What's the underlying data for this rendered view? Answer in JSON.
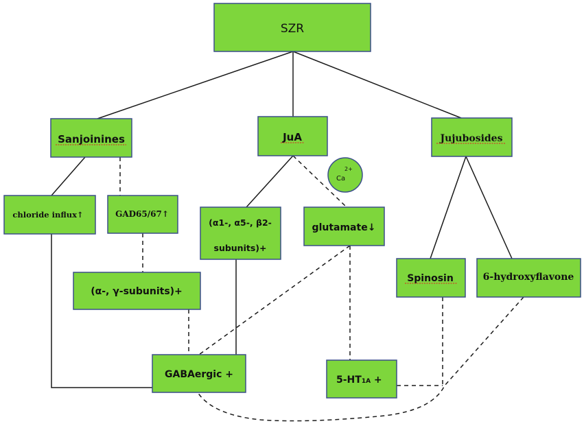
{
  "title": "SZR",
  "level1": {
    "sanjoinines": "Sanjoinines",
    "jua": "JuA",
    "jujubosides": "Jujubosides"
  },
  "level2": {
    "chloride_influx": "chloride influx↑",
    "gad": "GAD65/67↑",
    "alpha1_line1": "(α1-, α5-, β2-",
    "alpha1_line2": "subunits)+",
    "glutamate": "glutamate↓",
    "calcium": "Ca",
    "calcium_charge": "2+"
  },
  "level3": {
    "alpha_gamma": "(α-, γ-subunits)+",
    "spinosin": "Spinosin",
    "hydroxyflavone": "6-hydroxyflavone"
  },
  "targets": {
    "gabaergic": "GABAergic +",
    "ht_prefix": "5-HT",
    "ht_sub": "1A",
    "ht_suffix": " +"
  },
  "colors": {
    "box_fill": "#7ed63c",
    "box_border": "#3b4f8a"
  }
}
